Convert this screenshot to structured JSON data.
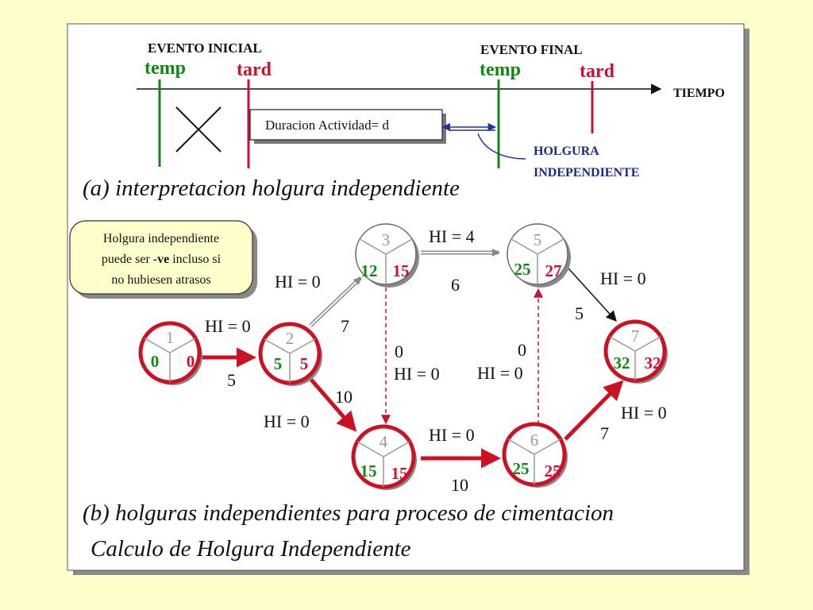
{
  "panel_a": {
    "evento_inicial": "EVENTO INICIAL",
    "evento_final": "EVENTO FINAL",
    "temp_1": "temp",
    "tard_1": "tard",
    "temp_2": "temp",
    "tard_2": "tard",
    "tiempo": "TIEMPO",
    "duracion_box": "Duracion Actividad= d",
    "holgura_line1": "HOLGURA",
    "holgura_line2": "INDEPENDIENTE",
    "caption": "(a) interpretacion holgura independiente"
  },
  "callout": {
    "line1": "Holgura independiente",
    "line2_pre": "puede ser ",
    "line2_bold": "-ve",
    "line2_post": " incluso si",
    "line3": "no hubiesen atrasos"
  },
  "nodes": [
    {
      "id": "1",
      "early": "0",
      "late": "0"
    },
    {
      "id": "2",
      "early": "5",
      "late": "5"
    },
    {
      "id": "3",
      "early": "12",
      "late": "15"
    },
    {
      "id": "4",
      "early": "15",
      "late": "15"
    },
    {
      "id": "5",
      "early": "25",
      "late": "27"
    },
    {
      "id": "6",
      "early": "25",
      "late": "25"
    },
    {
      "id": "7",
      "early": "32",
      "late": "32"
    }
  ],
  "activities": [
    {
      "from": "1",
      "to": "2",
      "duration": "5",
      "hi": "HI = 0"
    },
    {
      "from": "2",
      "to": "3",
      "duration": "7",
      "hi": "HI = 0"
    },
    {
      "from": "2",
      "to": "4",
      "duration": "10",
      "hi": "HI = 0"
    },
    {
      "from": "3",
      "to": "5",
      "duration": "6",
      "hi": "HI = 4"
    },
    {
      "from": "3",
      "to": "4",
      "duration": "0",
      "hi": "HI = 0"
    },
    {
      "from": "4",
      "to": "6",
      "duration": "10",
      "hi": "HI = 0"
    },
    {
      "from": "6",
      "to": "5",
      "duration": "0",
      "hi": "HI = 0"
    },
    {
      "from": "5",
      "to": "7",
      "duration": "5",
      "hi": "HI = 0"
    },
    {
      "from": "6",
      "to": "7",
      "duration": "7",
      "hi": "HI = 0"
    }
  ],
  "panel_b": {
    "caption": "(b) holguras independientes para proceso de cimentacion",
    "title": "Calculo de Holgura Independiente"
  },
  "colors": {
    "background": "#ffffcc",
    "panel": "#ffffff",
    "early_green": "#118811",
    "late_red": "#cc1133",
    "critical": "#cc1122",
    "holgura_blue": "#1a2a88"
  }
}
